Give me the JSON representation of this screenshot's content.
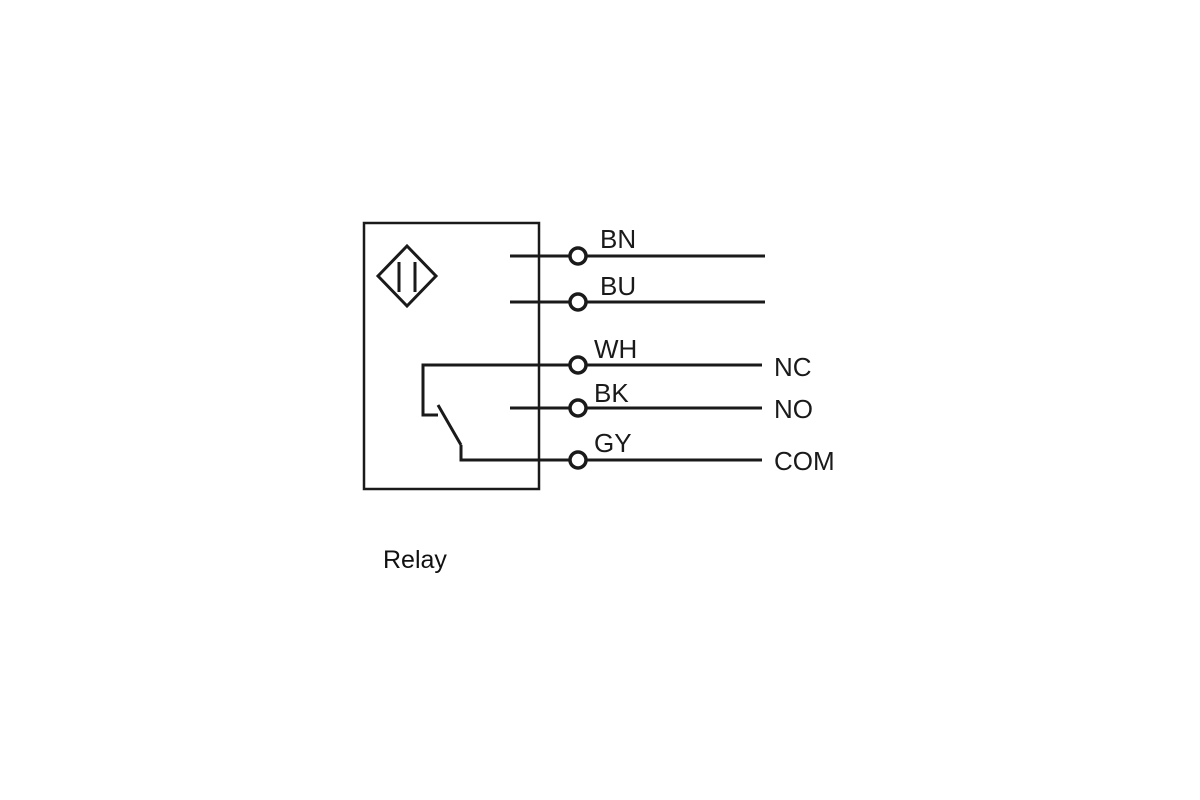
{
  "diagram": {
    "caption": "Relay",
    "terminals": [
      {
        "wire": "BN",
        "function": ""
      },
      {
        "wire": "BU",
        "function": ""
      },
      {
        "wire": "WH",
        "function": "NC"
      },
      {
        "wire": "BK",
        "function": "NO"
      },
      {
        "wire": "GY",
        "function": "COM"
      }
    ],
    "sensor_symbol": "inductive-sensor-icon",
    "switch_symbol": "relay-switch-icon",
    "line_color": "#1a1a1a"
  }
}
